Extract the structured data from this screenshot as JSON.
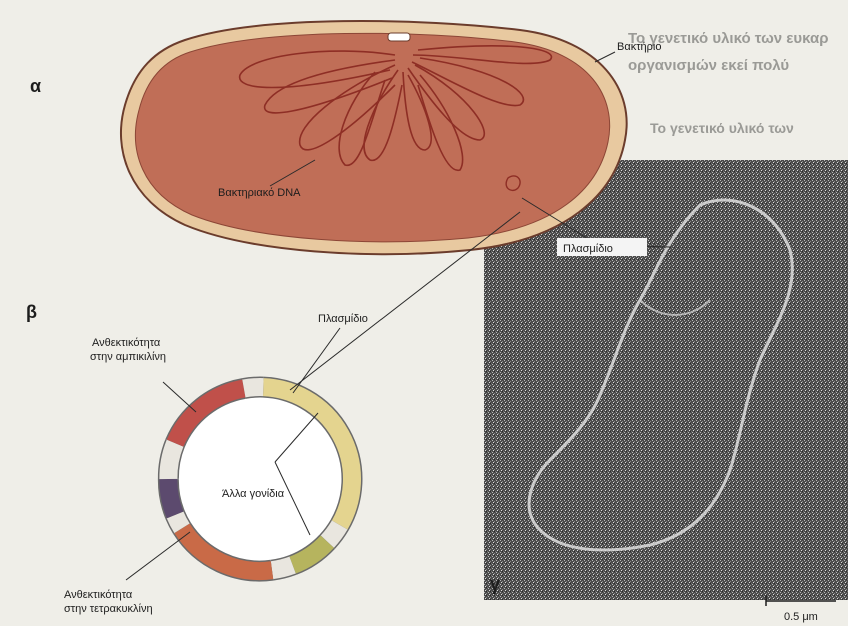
{
  "panels": {
    "a": "α",
    "b": "β",
    "c": "γ"
  },
  "background_text": [
    "Το γενετικό υλικό των ευκαρ",
    "οργανισμών εκεί πολύ",
    "Το γενετικό υλικό των"
  ],
  "labels": {
    "bacterium": "Βακτήριο",
    "bacterial_dna": "Βακτηριακό DNA",
    "plasmid_micrograph": "Πλασμίδιο",
    "plasmid_b": "Πλασμίδιο",
    "ampicillin_line1": "Ανθεκτικότητα",
    "ampicillin_line2": "στην αμπικιλίνη",
    "tetracycline_line1": "Ανθεκτικότητα",
    "tetracycline_line2": "στην τετρακυκλίνη",
    "other_genes": "Άλλα γονίδια"
  },
  "scale_bar": "0.5 μm",
  "colors": {
    "cell_fill": "#c06e57",
    "cell_border": "#e8c9a0",
    "dna": "#8e2e25",
    "ring_red": "#c0504a",
    "ring_orange": "#c96a47",
    "ring_yellow": "#e4d48f",
    "ring_olive": "#b6b45e",
    "ring_purple": "#5c4a6e",
    "ring_blank": "#e9e6df"
  }
}
